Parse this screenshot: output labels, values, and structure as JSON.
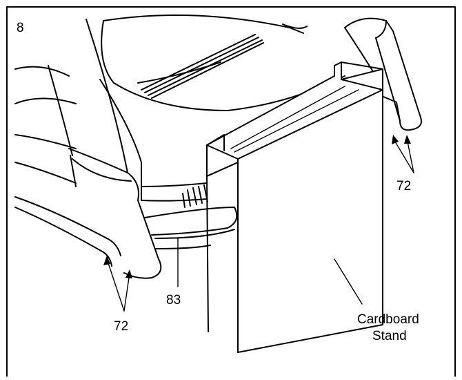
{
  "figure": {
    "step_number": "8",
    "labels": {
      "part_72_left": "72",
      "part_72_right": "72",
      "part_83": "83",
      "stand_line1": "Cardboard",
      "stand_line2": "Stand"
    }
  }
}
